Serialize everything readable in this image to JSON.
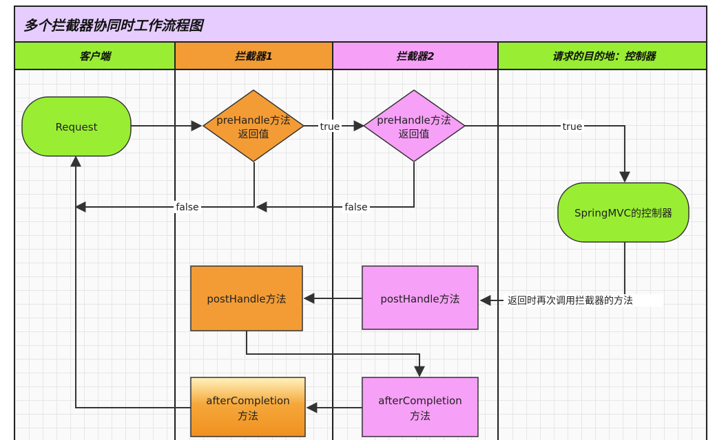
{
  "title": "多个拦截器协同时工作流程图",
  "lanes": [
    {
      "label": "客户端",
      "color": "#99ee33"
    },
    {
      "label": "拦截器1",
      "color": "#f39c35"
    },
    {
      "label": "拦截器2",
      "color": "#f7a0f7"
    },
    {
      "label": "请求的目的地：控制器",
      "color": "#99ee33"
    }
  ],
  "nodes": {
    "request": {
      "label": "Request"
    },
    "prehandle1": {
      "line1": "preHandle方法",
      "line2": "返回值"
    },
    "prehandle2": {
      "line1": "preHandle方法",
      "line2": "返回值"
    },
    "controller": {
      "label": "SpringMVC的控制器"
    },
    "posthandle1": {
      "label": "postHandle方法"
    },
    "posthandle2": {
      "label": "postHandle方法"
    },
    "aftercompletion1": {
      "line1": "afterCompletion",
      "line2": "方法"
    },
    "aftercompletion2": {
      "line1": "afterCompletion",
      "line2": "方法"
    }
  },
  "edge_labels": {
    "true1": "true",
    "true2": "true",
    "false1": "false",
    "false2": "false",
    "return_note": "返回时再次调用拦截器的方法"
  },
  "colors": {
    "green": "#99ee33",
    "orange": "#f39c35",
    "pink": "#f7a0f7",
    "purple_header": "#e6ccff",
    "stroke": "#333333"
  }
}
